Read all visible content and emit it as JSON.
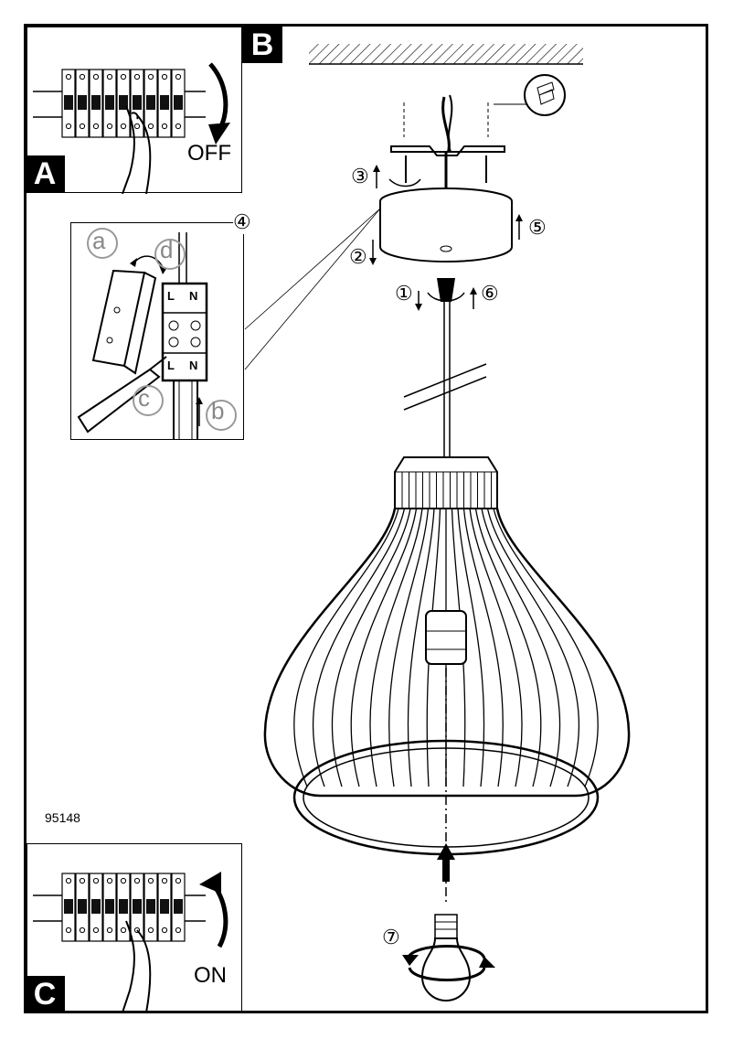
{
  "panels": {
    "a": {
      "letter": "A",
      "switch_label": "OFF"
    },
    "b": {
      "letter": "B"
    },
    "c": {
      "letter": "C",
      "switch_label": "ON"
    }
  },
  "product_code": "95148",
  "detail": {
    "step_number": "④",
    "callouts": [
      "a",
      "b",
      "c",
      "d"
    ],
    "terminal_top": [
      "L",
      "N"
    ],
    "terminal_bottom": [
      "L",
      "N"
    ]
  },
  "steps": [
    "①",
    "②",
    "③",
    "⑤",
    "⑥",
    "⑦"
  ]
}
